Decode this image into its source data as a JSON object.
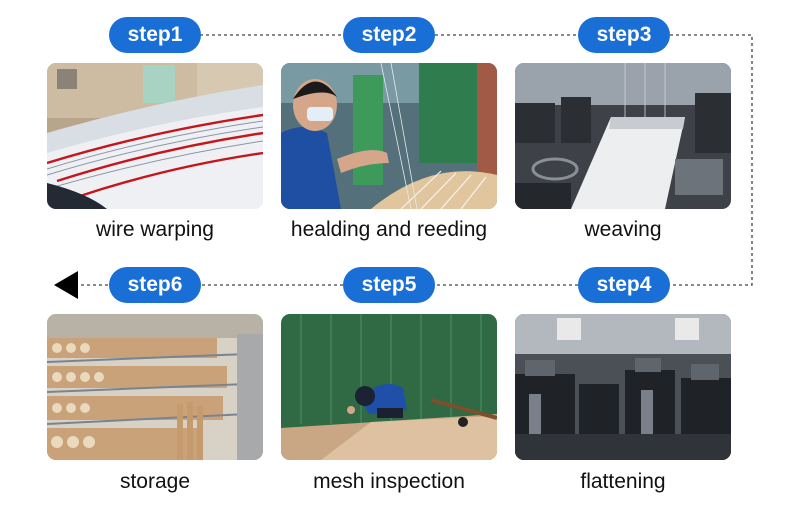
{
  "colors": {
    "badge": "#1a6fd6",
    "connector": "#444444",
    "text": "#111111"
  },
  "steps": [
    {
      "badge": "step1",
      "caption": "wire warping",
      "photo": "wire-warping-photo"
    },
    {
      "badge": "step2",
      "caption": "healding and reeding",
      "photo": "healding-reeding-photo"
    },
    {
      "badge": "step3",
      "caption": "weaving",
      "photo": "weaving-photo"
    },
    {
      "badge": "step4",
      "caption": "flattening",
      "photo": "flattening-photo"
    },
    {
      "badge": "step5",
      "caption": "mesh inspection",
      "photo": "mesh-inspection-photo"
    },
    {
      "badge": "step6",
      "caption": "storage",
      "photo": "storage-photo"
    }
  ],
  "arrow_icon": "arrow-left-icon"
}
